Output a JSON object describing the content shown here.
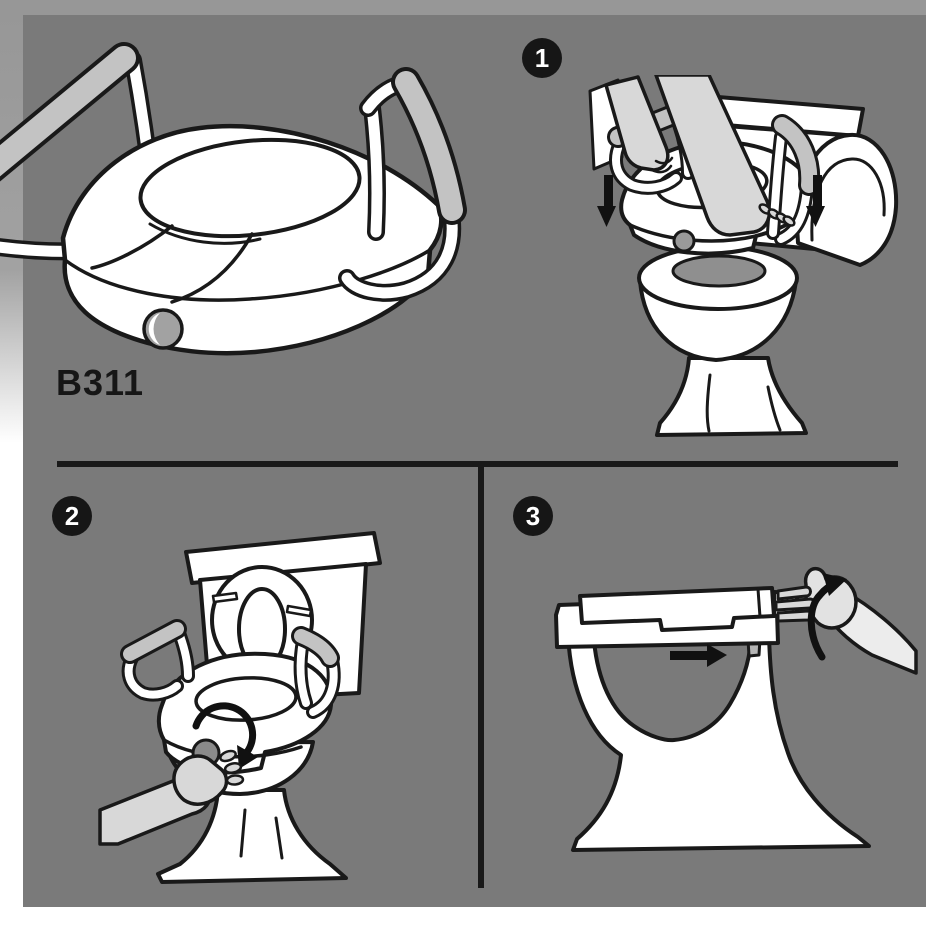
{
  "model_label": "B311",
  "steps": [
    {
      "badge": "1",
      "action_icons": [
        "down-arrow",
        "down-arrow"
      ]
    },
    {
      "badge": "2",
      "action_icons": [
        "clockwise-rotation-arrow"
      ]
    },
    {
      "badge": "3",
      "action_icons": [
        "slide-right-arrow",
        "rotation-arrow"
      ]
    }
  ],
  "colors": {
    "background_panel": "#7a7a7a",
    "page_margin": "#979797",
    "ink": "#191919",
    "artwork_fill": "#ffffff",
    "armrest_pad": "#c3c3c3",
    "hand": "#d8d8d8",
    "bowl_opening": "#8f8f8f",
    "badge_background": "#161616",
    "badge_text": "#ffffff"
  }
}
